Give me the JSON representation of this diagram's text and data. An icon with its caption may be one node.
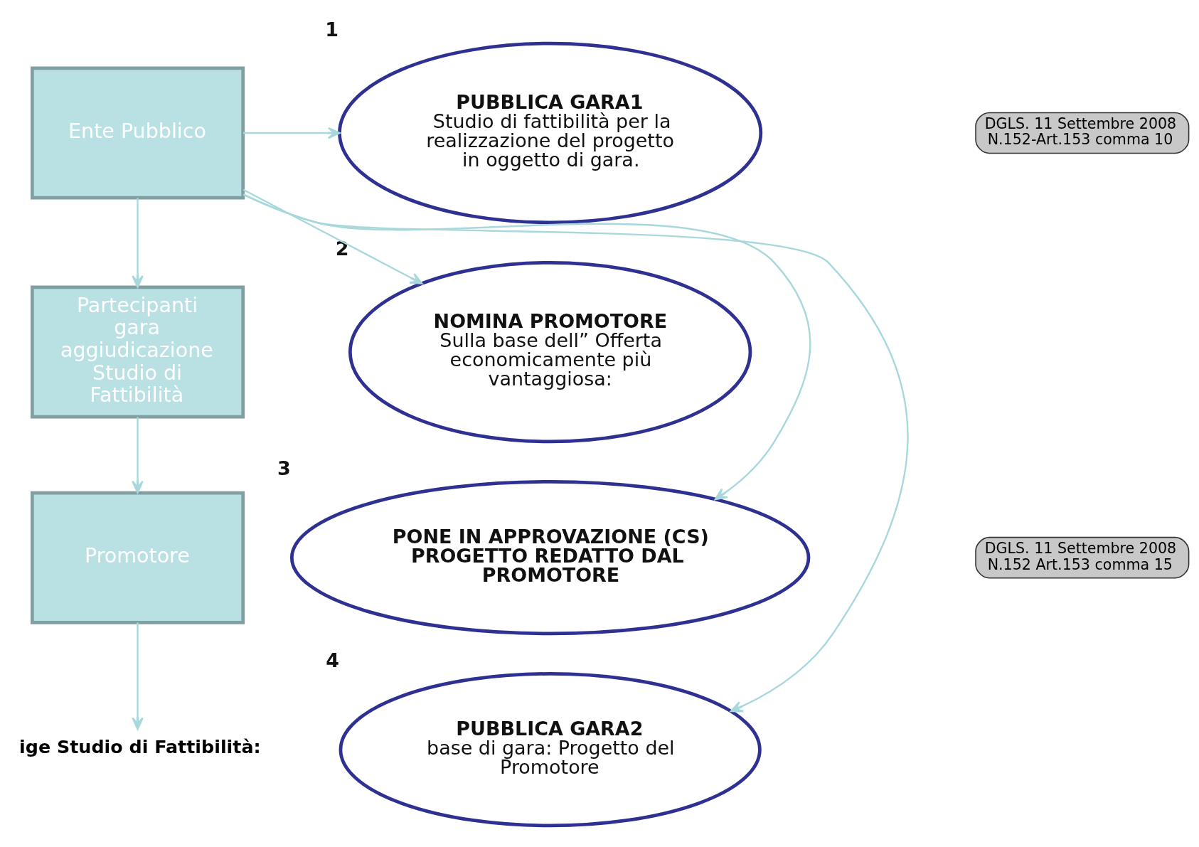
{
  "diagram": {
    "nodes": [
      {
        "text": [
          "Ente Pubblico"
        ]
      },
      {
        "text": [
          "Partecipanti gara aggiudicazione Studio di Fattibilità"
        ]
      },
      {
        "text": [
          "Promotore"
        ]
      },
      {
        "text": [
          "PUBBLICA GARA1",
          "Studio di fattibilità per la realizzazione del progetto in oggetto di gara."
        ],
        "beside": [
          "1"
        ]
      },
      {
        "text": [
          "NOMINA PROMOTORE",
          "Sulla base dell” Offerta economicamente più vantaggiosa:"
        ],
        "beside": [
          "2"
        ]
      },
      {
        "text": [
          "PONE IN APPROVAZIONE (CS) PROGETTO REDATTO DAL  PROMOTORE"
        ],
        "beside": [
          "3"
        ]
      },
      {
        "text": [
          "PUBBLICA GARA2",
          "base di gara: Progetto del Promotore"
        ],
        "beside": [
          "4"
        ]
      },
      {
        "text": [
          "DGLS. 11 Settembre 2008 N.152-Art.153 comma 10"
        ]
      },
      {
        "text": [
          "DGLS. 11 Settembre 2008 N.152 Art.153 comma 15"
        ]
      },
      {
        "text": [
          "ige Studio di Fattibilità:"
        ]
      }
    ],
    "edges": [
      {
        "from": 0,
        "to": 1,
        "arrow": "to"
      },
      {
        "from": 1,
        "to": 2,
        "arrow": "to"
      },
      {
        "from": 2,
        "to": 9,
        "arrow": "to"
      },
      {
        "from": 0,
        "to": 3,
        "arrow": "to"
      },
      {
        "from": 0,
        "to": 4,
        "arrow": "to"
      },
      {
        "from": 0,
        "to": 5,
        "arrow": "to"
      },
      {
        "from": 0,
        "to": 6,
        "arrow": "to"
      }
    ]
  }
}
